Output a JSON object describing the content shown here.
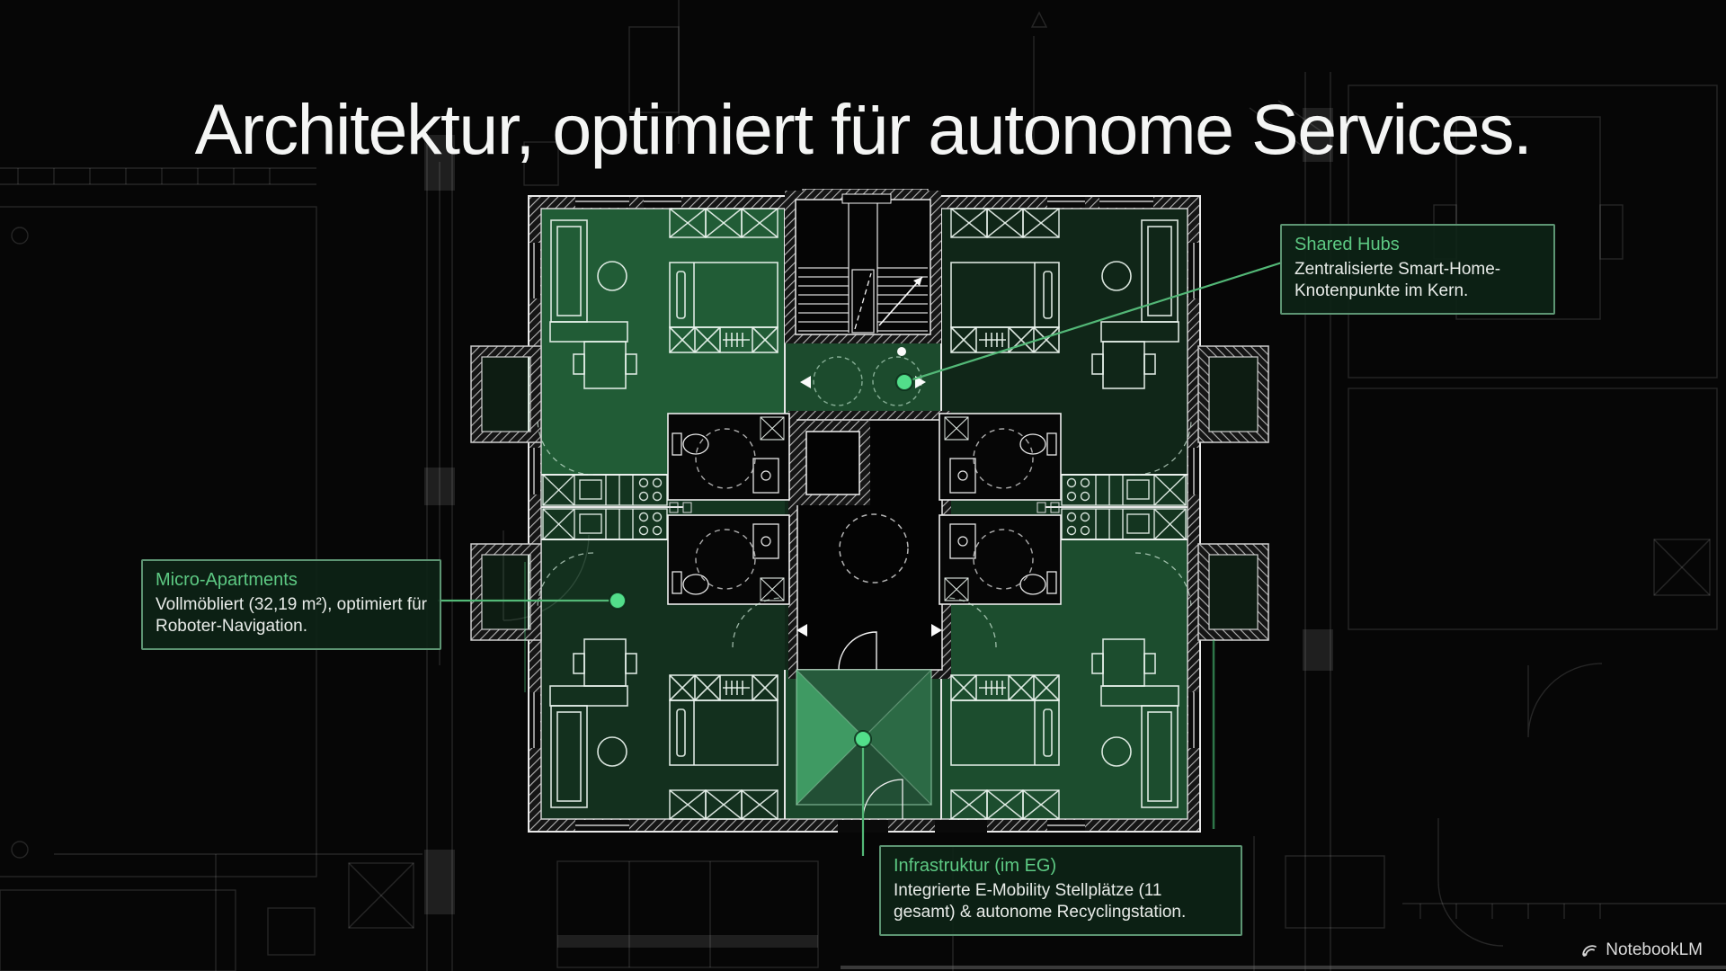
{
  "page": {
    "title": "Architektur, optimiert für autonome Services."
  },
  "callouts": {
    "shared_hubs": {
      "title": "Shared Hubs",
      "body": "Zentralisierte Smart-Home-Knotenpunkte im Kern."
    },
    "micro_apartments": {
      "title": "Micro-Apartments",
      "body": "Vollmöbliert (32,19 m²), optimiert für Roboter-Navigation."
    },
    "infrastruktur": {
      "title": "Infrastruktur (im EG)",
      "body": "Integrierte E-Mobility Stellplätze (11 gesamt) & autonome Recyclingstation."
    }
  },
  "watermark": {
    "label": "NotebookLM",
    "icon": "notebooklm-logo-icon"
  },
  "colors": {
    "accent_green": "#5dc983",
    "leader_green": "#53b877",
    "marker_dot_green": "#52de8a",
    "callout_border": "#629c78",
    "callout_background": "rgba(13,35,22,0.92)",
    "plan_highlight_bright": "rgba(74,222,128,0.40)",
    "plan_highlight_dark": "rgba(74,222,128,0.15)",
    "background": "#060606",
    "title_text": "#f4f5f4",
    "body_text": "#e9ece9"
  }
}
